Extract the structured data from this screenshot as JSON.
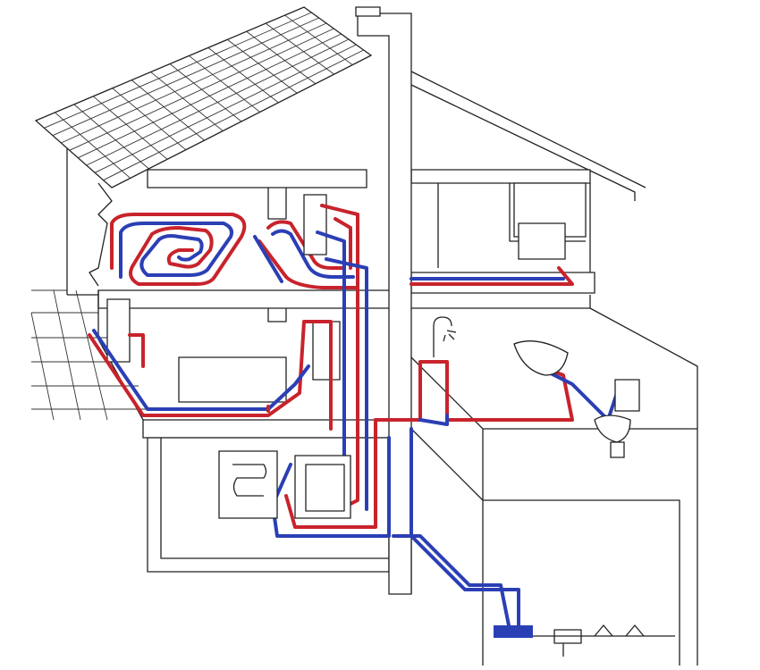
{
  "diagram": {
    "colors": {
      "hot_pipe": "#c8232c",
      "cold_pipe": "#2b3fb5",
      "outline": "#222222",
      "background": "#ffffff"
    },
    "components": [
      "solar-panel-roof",
      "chimney",
      "underfloor-heating-coil",
      "radiator",
      "shower",
      "washbasin",
      "toilet",
      "boiler",
      "hot-water-storage-tank",
      "water-meter-assembly"
    ]
  }
}
